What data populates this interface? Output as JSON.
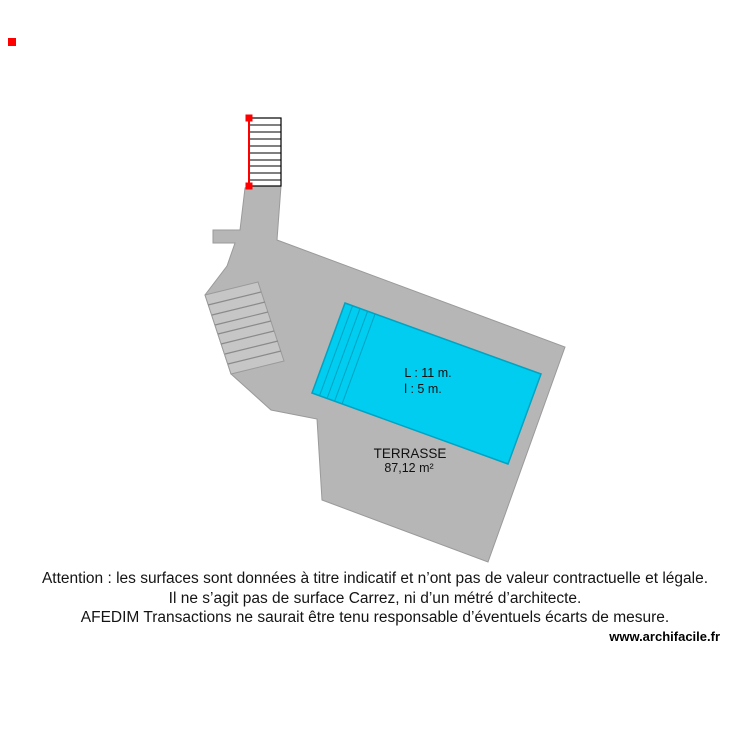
{
  "plan": {
    "room": {
      "label": "TERRASSE",
      "area": "87,12 m²"
    },
    "pool": {
      "length_label": "L : 11 m.",
      "width_label": "l : 5 m."
    },
    "colors": {
      "terrace_fill": "#b6b6b6",
      "terrace_stroke": "#9a9a9a",
      "stairs_fill": "#c6c6c6",
      "stairs_line": "#8a8a8a",
      "pool_fill": "#00cdf0",
      "pool_stroke": "#00a3c2",
      "pool_step_line": "#00a3c2",
      "selection_red": "#ff0000",
      "text": "#111111"
    }
  },
  "footer": {
    "disclaimer": [
      "Attention : les surfaces sont données à titre indicatif et n’ont pas de valeur contractuelle et légale.",
      "Il ne s’agit pas de surface Carrez, ni d’un métré d’architecte.",
      "AFEDIM Transactions ne saurait être tenu responsable d’éventuels écarts de mesure."
    ],
    "website": "www.archifacile.fr"
  }
}
